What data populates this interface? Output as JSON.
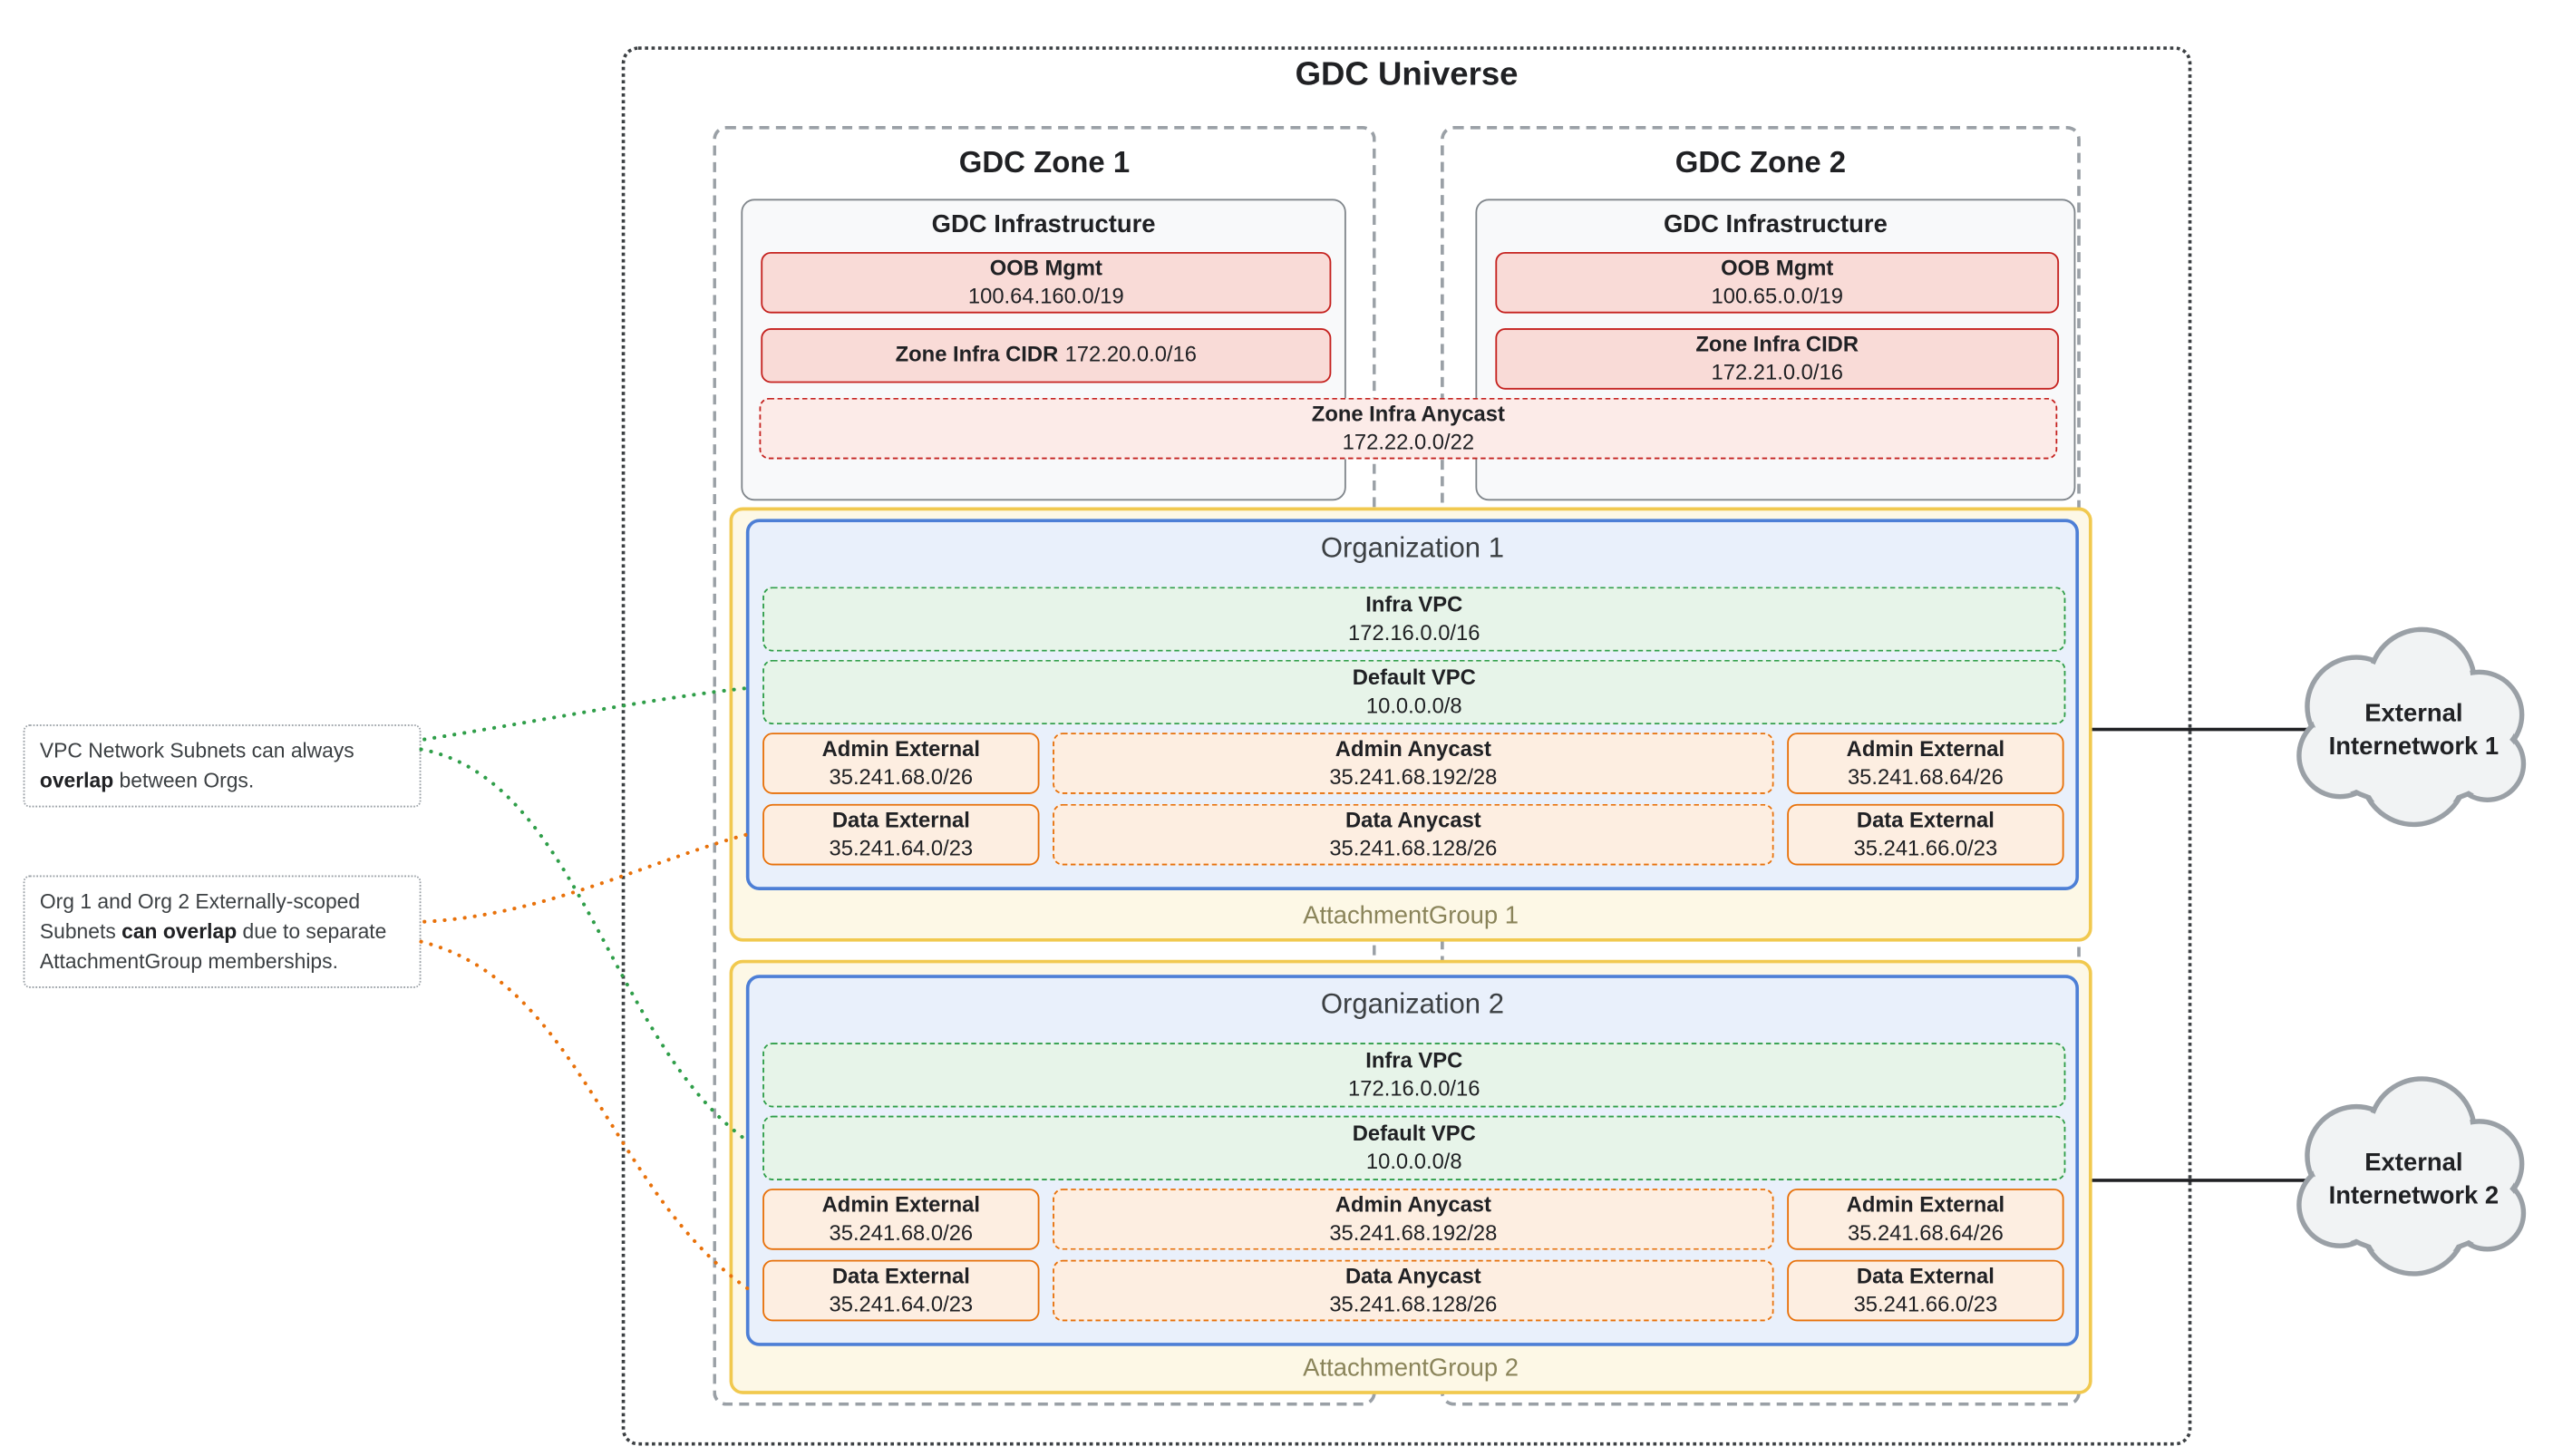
{
  "universe": {
    "title": "GDC Universe"
  },
  "zones": [
    {
      "title": "GDC Zone 1",
      "infra_title": "GDC Infrastructure",
      "oob_label": "OOB Mgmt",
      "oob_cidr": "100.64.160.0/19",
      "zone_cidr_label": "Zone Infra CIDR",
      "zone_cidr_value": "172.20.0.0/16"
    },
    {
      "title": "GDC Zone 2",
      "infra_title": "GDC Infrastructure",
      "oob_label": "OOB Mgmt",
      "oob_cidr": "100.65.0.0/19",
      "zone_cidr_label": "Zone Infra CIDR",
      "zone_cidr_value": "172.21.0.0/16"
    }
  ],
  "zone_anycast": {
    "label": "Zone Infra Anycast",
    "cidr": "172.22.0.0/22"
  },
  "organizations": [
    {
      "title": "Organization 1",
      "attachment_group_label": "AttachmentGroup 1",
      "infra_vpc_label": "Infra VPC",
      "infra_vpc_cidr": "172.16.0.0/16",
      "default_vpc_label": "Default VPC",
      "default_vpc_cidr": "10.0.0.0/8",
      "admin_external_left_label": "Admin External",
      "admin_external_left_cidr": "35.241.68.0/26",
      "admin_anycast_label": "Admin Anycast",
      "admin_anycast_cidr": "35.241.68.192/28",
      "admin_external_right_label": "Admin External",
      "admin_external_right_cidr": "35.241.68.64/26",
      "data_external_left_label": "Data External",
      "data_external_left_cidr": "35.241.64.0/23",
      "data_anycast_label": "Data Anycast",
      "data_anycast_cidr": "35.241.68.128/26",
      "data_external_right_label": "Data External",
      "data_external_right_cidr": "35.241.66.0/23"
    },
    {
      "title": "Organization 2",
      "attachment_group_label": "AttachmentGroup 2",
      "infra_vpc_label": "Infra VPC",
      "infra_vpc_cidr": "172.16.0.0/16",
      "default_vpc_label": "Default VPC",
      "default_vpc_cidr": "10.0.0.0/8",
      "admin_external_left_label": "Admin External",
      "admin_external_left_cidr": "35.241.68.0/26",
      "admin_anycast_label": "Admin Anycast",
      "admin_anycast_cidr": "35.241.68.192/28",
      "admin_external_right_label": "Admin External",
      "admin_external_right_cidr": "35.241.68.64/26",
      "data_external_left_label": "Data External",
      "data_external_left_cidr": "35.241.64.0/23",
      "data_anycast_label": "Data Anycast",
      "data_anycast_cidr": "35.241.68.128/26",
      "data_external_right_label": "Data External",
      "data_external_right_cidr": "35.241.66.0/23"
    }
  ],
  "notes": [
    {
      "before": "VPC Network Subnets can always ",
      "bold": "overlap",
      "after": " between Orgs."
    },
    {
      "before": "Org 1 and Org 2 Externally-scoped Subnets ",
      "bold": "can overlap",
      "after": " due to separate AttachmentGroup memberships."
    }
  ],
  "external_networks": [
    {
      "label": "External Internetwork 1"
    },
    {
      "label": "External Internetwork 2"
    }
  ],
  "colors": {
    "red_border": "#c5221f",
    "red_fill": "#f9dbd7",
    "red_fill_light": "#fcebe8",
    "green_border": "#2f9e49",
    "green_fill": "#e7f4e9",
    "orange_border": "#e8710a",
    "orange_fill": "#fdeee1",
    "blue_border": "#4d7fd6",
    "blue_fill": "#e9f0fb",
    "yellow_border": "#f1c94f",
    "yellow_fill": "#fdf8e6",
    "zone_border": "#9aa0a6",
    "infra_fill": "#f8f9fa"
  }
}
